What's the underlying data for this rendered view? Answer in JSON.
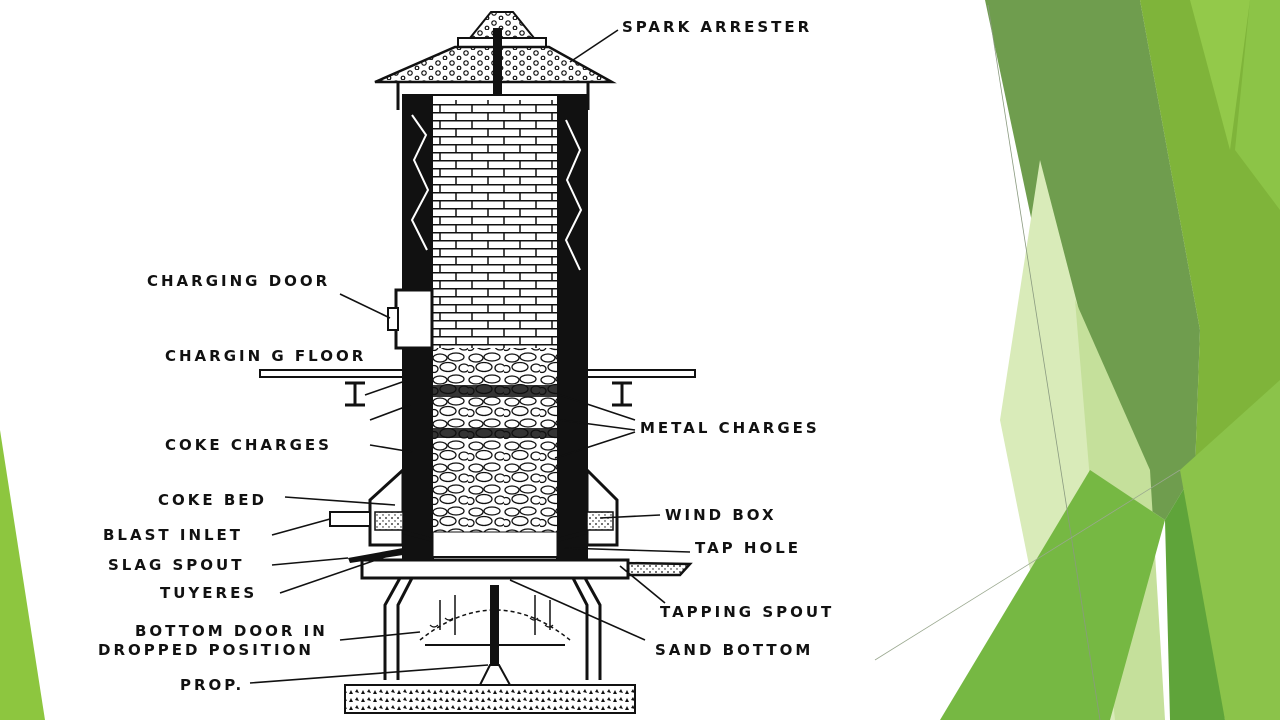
{
  "slide": {
    "accent_colors": [
      "#8dc63f",
      "#6a9a45",
      "#7bb13a",
      "#a8d469",
      "#d7ebb4",
      "#5fa13a"
    ]
  },
  "diagram": {
    "labels": {
      "spark_arrester": "SPARK ARRESTER",
      "charging_door": "CHARGING DOOR",
      "charging_floor": "CHARGIN G FLOOR",
      "coke_charges": "COKE CHARGES",
      "metal_charges": "METAL CHARGES",
      "coke_bed": "COKE BED",
      "blast_inlet": "BLAST INLET",
      "slag_spout": "SLAG SPOUT",
      "tuyeres": "TUYERES",
      "wind_box": "WIND BOX",
      "tap_hole": "TAP HOLE",
      "tapping_spout": "TAPPING SPOUT",
      "bottom_door_line1": "BOTTOM DOOR IN",
      "bottom_door_line2": "DROPPED POSITION",
      "sand_bottom": "SAND BOTTOM",
      "prop": "PROP."
    }
  }
}
